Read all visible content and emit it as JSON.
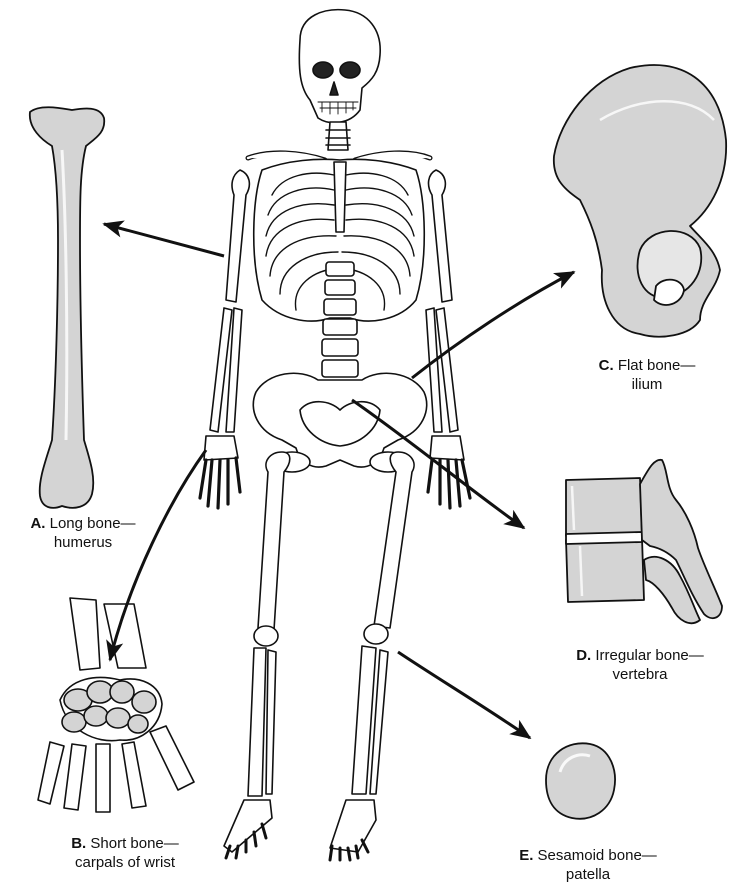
{
  "colors": {
    "bone_fill": "#d4d4d4",
    "bone_fill_light": "#e6e6e6",
    "line": "#111111",
    "background": "#ffffff"
  },
  "labels": {
    "a": {
      "letter": "A.",
      "line1": "Long bone—",
      "line2": "humerus"
    },
    "b": {
      "letter": "B.",
      "line1": "Short bone—",
      "line2": "carpals of wrist"
    },
    "c": {
      "letter": "C.",
      "line1": "Flat bone—",
      "line2": "ilium"
    },
    "d": {
      "letter": "D.",
      "line1": "Irregular bone—",
      "line2": "vertebra"
    },
    "e": {
      "letter": "E.",
      "line1": "Sesamoid bone—",
      "line2": "patella"
    }
  }
}
